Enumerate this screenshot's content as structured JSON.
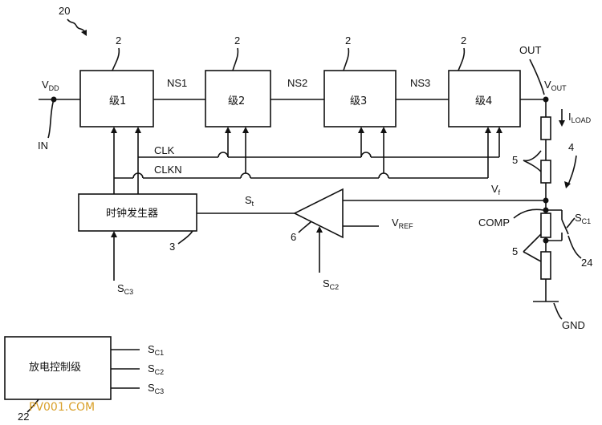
{
  "figure_number": "20",
  "stages": [
    {
      "ref": "2",
      "label": "级1"
    },
    {
      "ref": "2",
      "label": "级2"
    },
    {
      "ref": "2",
      "label": "级3"
    },
    {
      "ref": "2",
      "label": "级4"
    }
  ],
  "nodes": {
    "vdd": "V",
    "vdd_sub": "DD",
    "in": "IN",
    "ns1": "NS1",
    "ns2": "NS2",
    "ns3": "NS3",
    "out": "OUT",
    "vout": "V",
    "vout_sub": "OUT",
    "iload": "I",
    "iload_sub": "LOAD",
    "clk": "CLK",
    "clkn": "CLKN",
    "vf": "V",
    "vf_sub": "f",
    "st": "S",
    "st_sub": "t",
    "vref": "V",
    "vref_sub": "REF",
    "comp": "COMP",
    "gnd": "GND"
  },
  "refs": {
    "divider": "4",
    "resistor_upper": "5",
    "resistor_lower": "5",
    "clock_gen": "3",
    "comparator": "6",
    "switch": "24",
    "discharge_ctrl": "22"
  },
  "clock_generator": {
    "label": "时钟发生器"
  },
  "discharge_controller": {
    "label": "放电控制级"
  },
  "signals": {
    "sc1": "S",
    "sc1_sub": "C1",
    "sc2": "S",
    "sc2_sub": "C2",
    "sc3": "S",
    "sc3_sub": "C3"
  },
  "watermark": "PV001.COM"
}
